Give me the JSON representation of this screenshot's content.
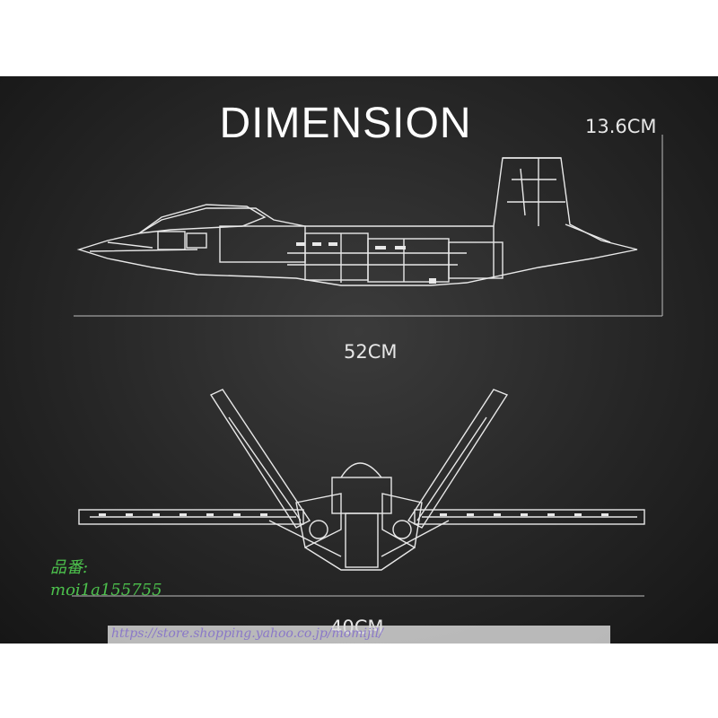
{
  "title": "DIMENSION",
  "dimensions": {
    "height": "13.6CM",
    "length": "52CM",
    "width": "40CM"
  },
  "watermark": {
    "product_label": "品番:",
    "product_code": "moi1a155755",
    "url": "https://store.shopping.yahoo.co.jp/momijil/",
    "label_color": "#4cc04c",
    "url_color": "#8a78c8"
  },
  "colors": {
    "background": "#262626",
    "line": "#e8e8e8"
  }
}
